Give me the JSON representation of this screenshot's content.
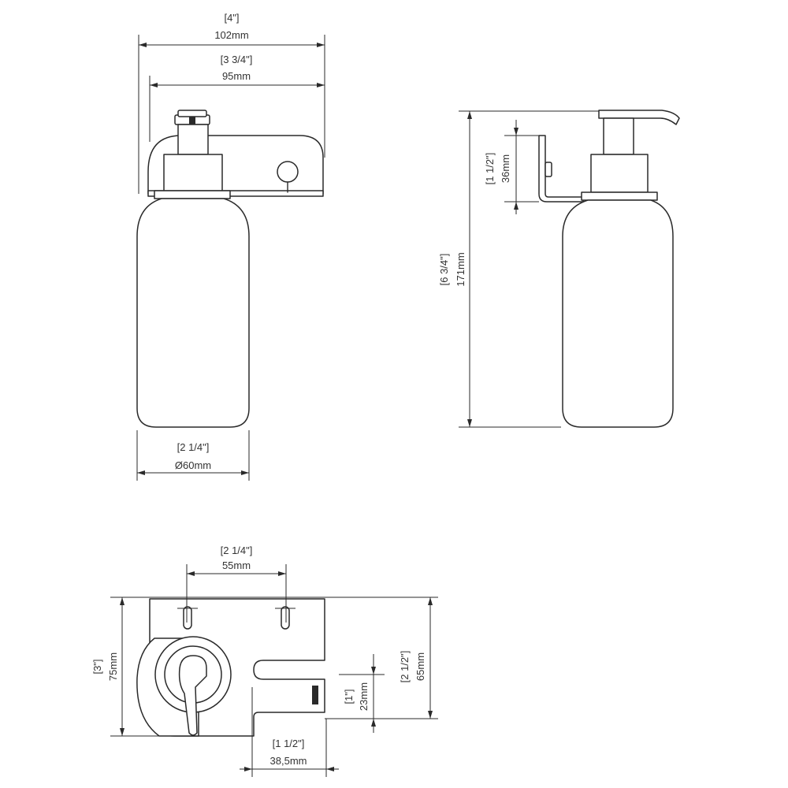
{
  "colors": {
    "line": "#2a2a2a",
    "text": "#333333",
    "background": "#ffffff"
  },
  "front_view": {
    "overall_width_in": "[4\"]",
    "overall_width_mm": "102mm",
    "bracket_width_in": "[3 3/4\"]",
    "bracket_width_mm": "95mm",
    "bottle_diameter_in": "[2 1/4\"]",
    "bottle_diameter_mm": "Ø60mm"
  },
  "side_view": {
    "height_in": "[6 3/4\"]",
    "height_mm": "171mm",
    "pump_height_in": "[1 1/2\"]",
    "pump_height_mm": "36mm"
  },
  "top_view": {
    "hole_spacing_in": "[2 1/4\"]",
    "hole_spacing_mm": "55mm",
    "depth_in": "[3\"]",
    "depth_mm": "75mm",
    "slot_depth_in": "[2 1/2\"]",
    "slot_depth_mm": "65mm",
    "slot_width_in": "[1\"]",
    "slot_width_mm": "23mm",
    "slot_offset_in": "[1 1/2\"]",
    "slot_offset_mm": "38,5mm"
  }
}
